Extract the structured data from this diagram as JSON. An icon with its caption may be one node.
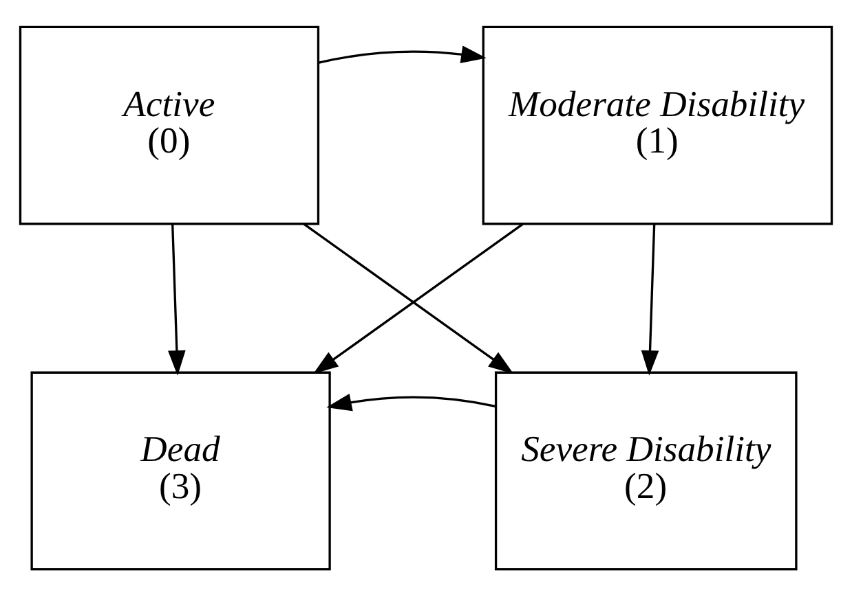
{
  "diagram": {
    "nodes": [
      {
        "text": [
          "Active",
          "(0)"
        ]
      },
      {
        "text": [
          "Moderate Disability",
          "(1)"
        ]
      },
      {
        "text": [
          "Severe Disability",
          "(2)"
        ]
      },
      {
        "text": [
          "Dead",
          "(3)"
        ]
      }
    ],
    "edges": [
      {
        "from": 0,
        "to": 1,
        "arrow": "to"
      },
      {
        "from": 0,
        "to": 3,
        "arrow": "to"
      },
      {
        "from": 0,
        "to": 2,
        "arrow": "to"
      },
      {
        "from": 1,
        "to": 3,
        "arrow": "to"
      },
      {
        "from": 1,
        "to": 2,
        "arrow": "to"
      },
      {
        "from": 2,
        "to": 3,
        "arrow": "to"
      }
    ]
  }
}
